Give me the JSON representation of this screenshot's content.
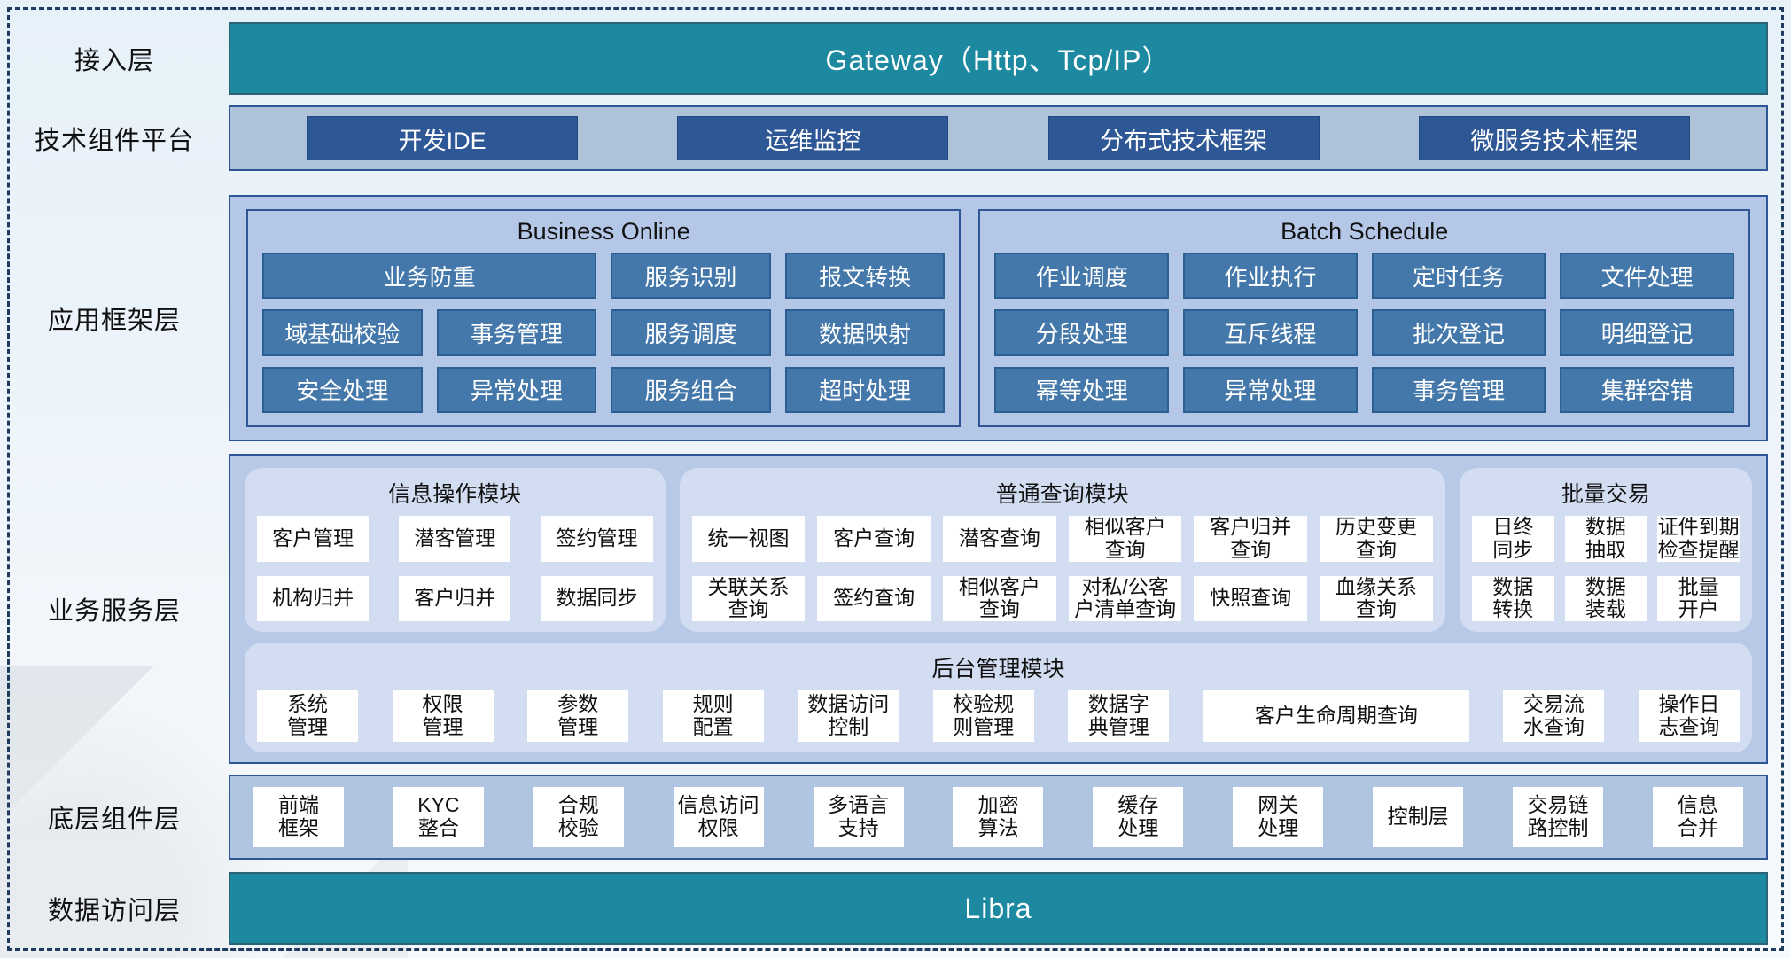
{
  "colors": {
    "teal": "#1c89a0",
    "dark_blue": "#2e5796",
    "steel_blue": "#4478aa",
    "container_blue": "#b4c7e7",
    "panel_blue": "#d3ddf1",
    "border_navy": "#2f5597"
  },
  "layers": {
    "access": {
      "label": "接入层",
      "bar": "Gateway（Http、Tcp/IP）"
    },
    "tech": {
      "label": "技术组件平台",
      "buttons": [
        "开发IDE",
        "运维监控",
        "分布式技术框架",
        "微服务技术框架"
      ]
    },
    "app": {
      "label": "应用框架层",
      "business_online": {
        "title": "Business Online",
        "cells": [
          "业务防重",
          "服务识别",
          "报文转换",
          "域基础校验",
          "事务管理",
          "服务调度",
          "数据映射",
          "安全处理",
          "异常处理",
          "服务组合",
          "超时处理"
        ]
      },
      "batch_schedule": {
        "title": "Batch Schedule",
        "cells": [
          "作业调度",
          "作业执行",
          "定时任务",
          "文件处理",
          "分段处理",
          "互斥线程",
          "批次登记",
          "明细登记",
          "幂等处理",
          "异常处理",
          "事务管理",
          "集群容错"
        ]
      }
    },
    "biz": {
      "label": "业务服务层",
      "info_ops": {
        "title": "信息操作模块",
        "cells": [
          "客户管理",
          "潜客管理",
          "签约管理",
          "机构归并",
          "客户归并",
          "数据同步"
        ]
      },
      "common_query": {
        "title": "普通查询模块",
        "cells": [
          "统一视图",
          "客户查询",
          "潜客查询",
          "相似客户\n查询",
          "客户归并\n查询",
          "历史变更\n查询",
          "关联关系\n查询",
          "签约查询",
          "相似客户\n查询",
          "对私/公客\n户清单查询",
          "快照查询",
          "血缘关系\n查询"
        ]
      },
      "batch_trade": {
        "title": "批量交易",
        "cells": [
          "日终\n同步",
          "数据\n抽取",
          "证件到期\n检查提醒",
          "数据\n转换",
          "数据\n装载",
          "批量\n开户"
        ]
      },
      "backend": {
        "title": "后台管理模块",
        "cells": [
          "系统\n管理",
          "权限\n管理",
          "参数\n管理",
          "规则\n配置",
          "数据访问\n控制",
          "校验规\n则管理",
          "数据字\n典管理",
          "客户生命周期查询",
          "交易流\n水查询",
          "操作日\n志查询"
        ]
      }
    },
    "base": {
      "label": "底层组件层",
      "cells": [
        "前端\n框架",
        "KYC\n整合",
        "合规\n校验",
        "信息访问\n权限",
        "多语言\n支持",
        "加密\n算法",
        "缓存\n处理",
        "网关\n处理",
        "控制层",
        "交易链\n路控制",
        "信息\n合并"
      ]
    },
    "data": {
      "label": "数据访问层",
      "bar": "Libra"
    }
  }
}
